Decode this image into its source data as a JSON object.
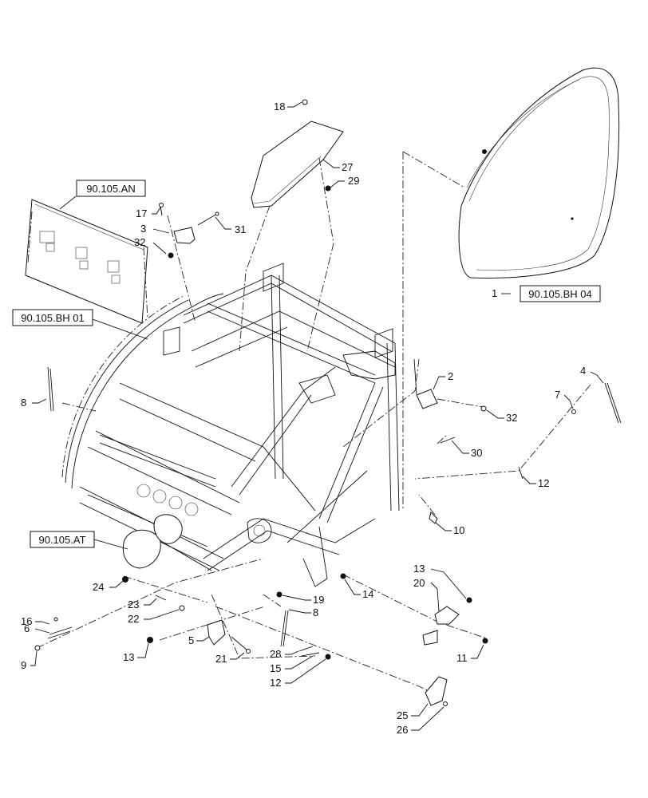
{
  "references": [
    {
      "id": "ref-an",
      "text": "90.105.AN"
    },
    {
      "id": "ref-bh01",
      "text": "90.105.BH 01"
    },
    {
      "id": "ref-bh04",
      "text": "90.105.BH 04"
    },
    {
      "id": "ref-at",
      "text": "90.105.AT"
    }
  ],
  "callouts": [
    {
      "id": "c18",
      "text": "18"
    },
    {
      "id": "c27",
      "text": "27"
    },
    {
      "id": "c29",
      "text": "29"
    },
    {
      "id": "c17",
      "text": "17"
    },
    {
      "id": "c3",
      "text": "3"
    },
    {
      "id": "c31",
      "text": "31"
    },
    {
      "id": "c32a",
      "text": "32"
    },
    {
      "id": "c1",
      "text": "1"
    },
    {
      "id": "c2",
      "text": "2"
    },
    {
      "id": "c32b",
      "text": "32"
    },
    {
      "id": "c4",
      "text": "4"
    },
    {
      "id": "c7",
      "text": "7"
    },
    {
      "id": "c8a",
      "text": "8"
    },
    {
      "id": "c30",
      "text": "30"
    },
    {
      "id": "c12a",
      "text": "12"
    },
    {
      "id": "c10",
      "text": "10"
    },
    {
      "id": "c24",
      "text": "24"
    },
    {
      "id": "c23",
      "text": "23"
    },
    {
      "id": "c22",
      "text": "22"
    },
    {
      "id": "c19",
      "text": "19"
    },
    {
      "id": "c14",
      "text": "14"
    },
    {
      "id": "c8b",
      "text": "8"
    },
    {
      "id": "c13a",
      "text": "13"
    },
    {
      "id": "c20",
      "text": "20"
    },
    {
      "id": "c16",
      "text": "16"
    },
    {
      "id": "c6",
      "text": "6"
    },
    {
      "id": "c9",
      "text": "9"
    },
    {
      "id": "c5",
      "text": "5"
    },
    {
      "id": "c13b",
      "text": "13"
    },
    {
      "id": "c21",
      "text": "21"
    },
    {
      "id": "c28",
      "text": "28"
    },
    {
      "id": "c15",
      "text": "15"
    },
    {
      "id": "c12b",
      "text": "12"
    },
    {
      "id": "c11",
      "text": "11"
    },
    {
      "id": "c25",
      "text": "25"
    },
    {
      "id": "c26",
      "text": "26"
    }
  ]
}
